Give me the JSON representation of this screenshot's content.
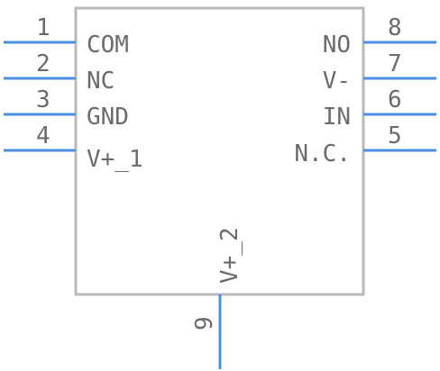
{
  "component": {
    "pins": [
      {
        "number": "1",
        "name": "COM"
      },
      {
        "number": "2",
        "name": "NC"
      },
      {
        "number": "3",
        "name": "GND"
      },
      {
        "number": "4",
        "name": "V+_1"
      },
      {
        "number": "8",
        "name": "NO"
      },
      {
        "number": "7",
        "name": "V-"
      },
      {
        "number": "6",
        "name": "IN"
      },
      {
        "number": "5",
        "name": "N.C."
      },
      {
        "number": "9",
        "name": "V+_2"
      }
    ]
  },
  "colors": {
    "pin": "#4a8fe7",
    "body_outline": "#b9b9b9",
    "text": "#6b6b6b"
  }
}
